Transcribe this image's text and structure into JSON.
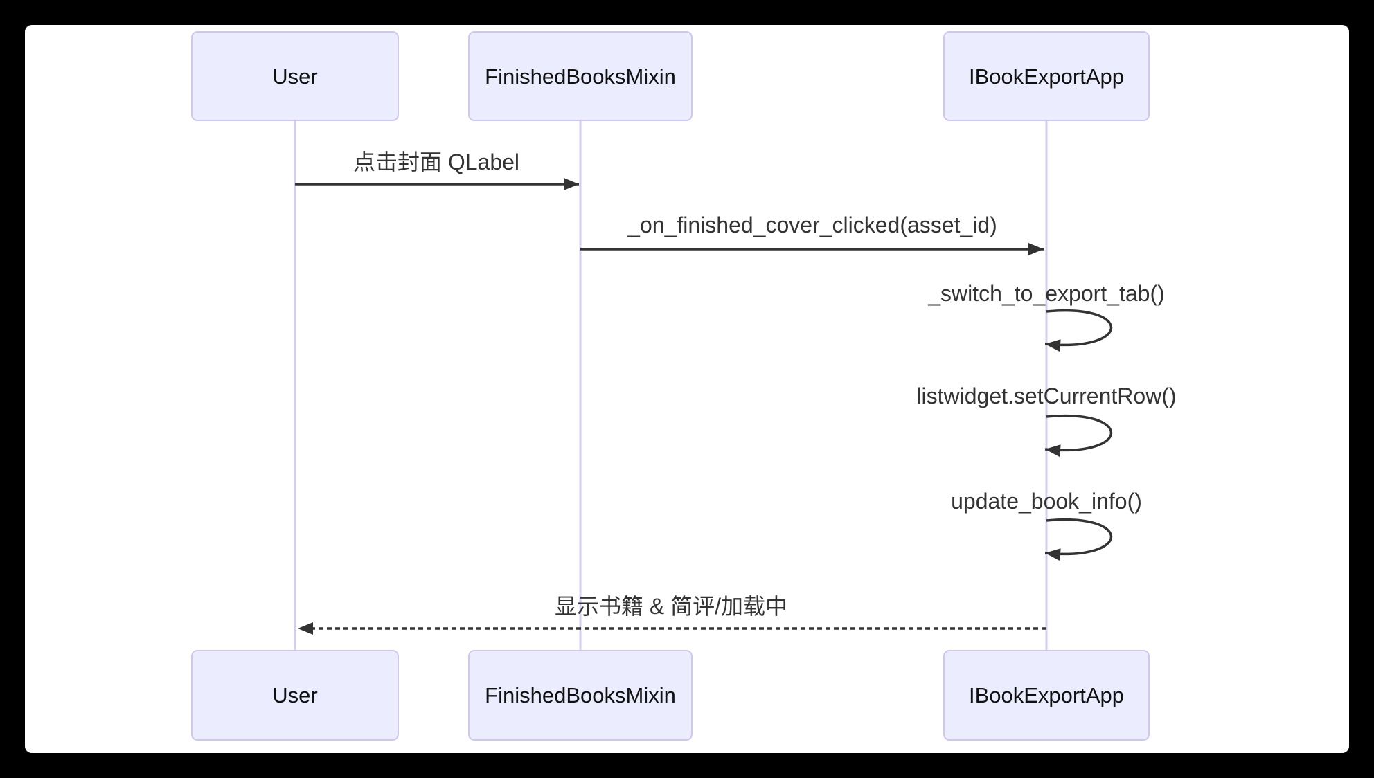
{
  "diagram_type": "sequence-diagram",
  "canvas": {
    "background_color": "#ffffff",
    "frame_color": "#000000"
  },
  "colors": {
    "actor_fill": "#ececff",
    "actor_border": "#cfc7ec",
    "lifeline": "#d4cdee",
    "arrow": "#333333",
    "message_text": "#333333",
    "actor_text": "#111111"
  },
  "actors": [
    {
      "label": "User"
    },
    {
      "label": "FinishedBooksMixin"
    },
    {
      "label": "IBookExportApp"
    }
  ],
  "messages": [
    {
      "label": "点击封面 QLabel",
      "from": "User",
      "to": "FinishedBooksMixin",
      "line": "solid",
      "kind": "call"
    },
    {
      "label": "_on_finished_cover_clicked(asset_id)",
      "from": "FinishedBooksMixin",
      "to": "IBookExportApp",
      "line": "solid",
      "kind": "call"
    },
    {
      "label": "_switch_to_export_tab()",
      "from": "IBookExportApp",
      "to": "IBookExportApp",
      "line": "solid",
      "kind": "self"
    },
    {
      "label": "listwidget.setCurrentRow()",
      "from": "IBookExportApp",
      "to": "IBookExportApp",
      "line": "solid",
      "kind": "self"
    },
    {
      "label": "update_book_info()",
      "from": "IBookExportApp",
      "to": "IBookExportApp",
      "line": "solid",
      "kind": "self"
    },
    {
      "label": "显示书籍 & 简评/加载中",
      "from": "IBookExportApp",
      "to": "User",
      "line": "dashed",
      "kind": "return"
    }
  ]
}
